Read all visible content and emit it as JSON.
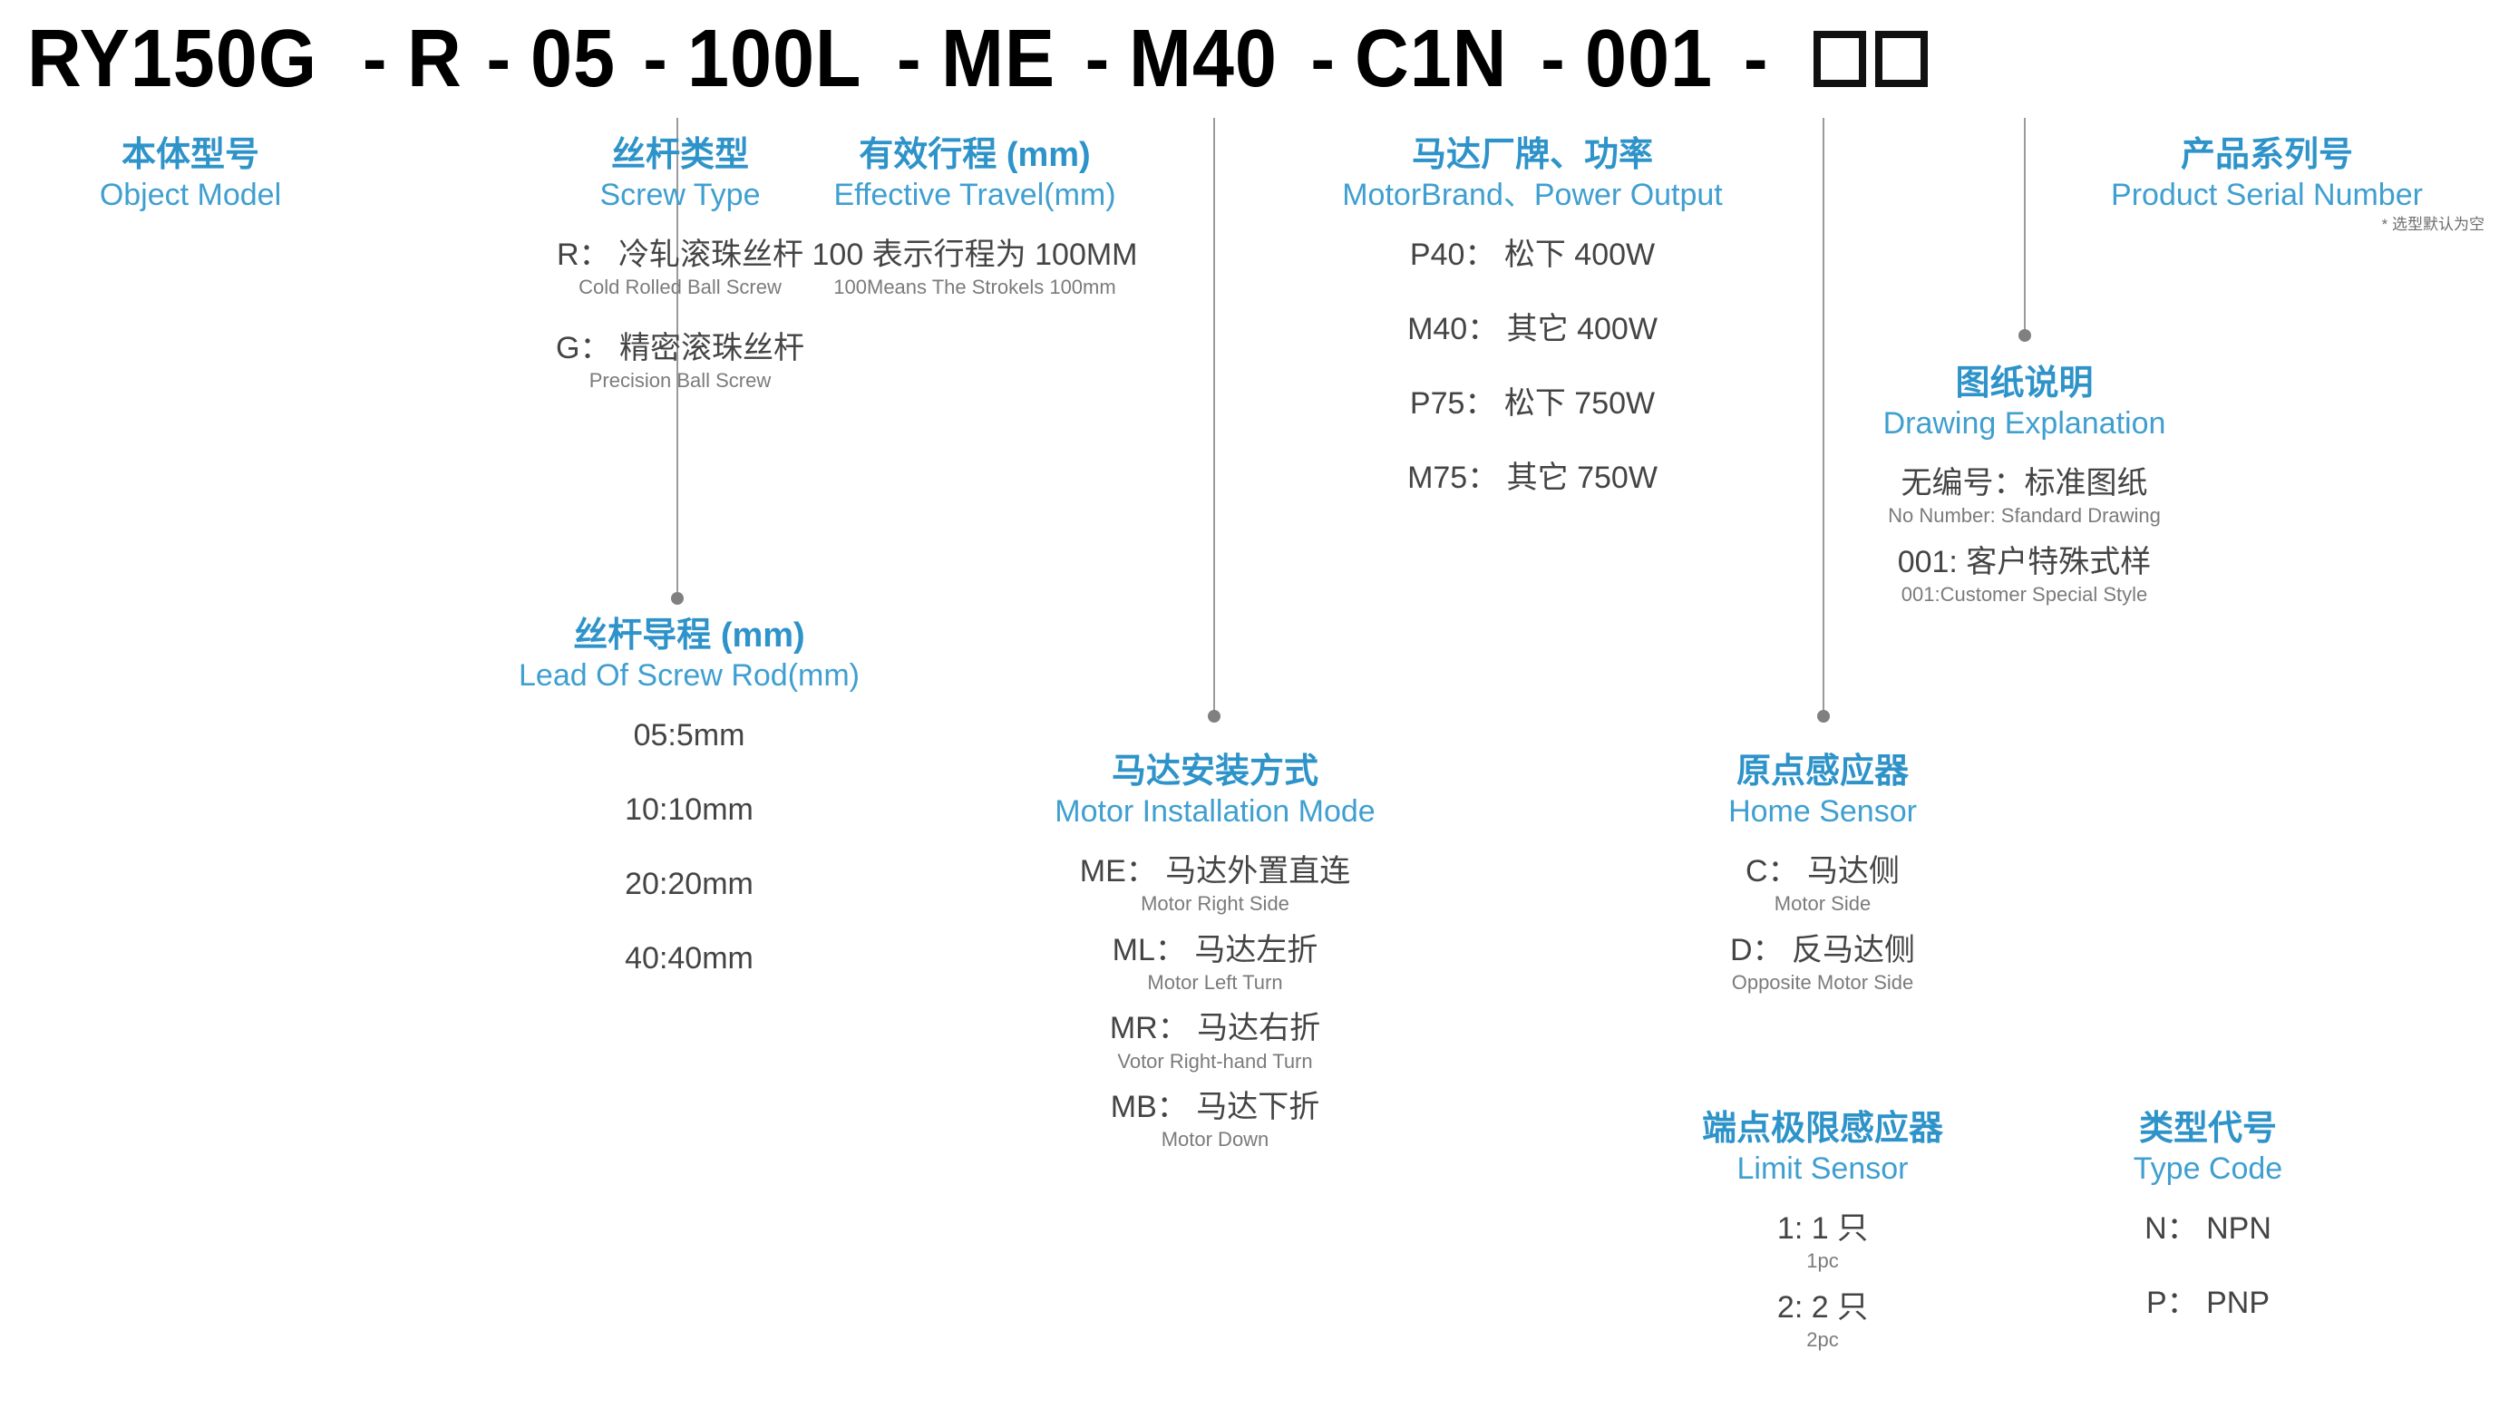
{
  "model_code": {
    "segments": [
      "RY150G",
      "R",
      "05",
      "100L",
      "ME",
      "M40",
      "C1N",
      "001"
    ],
    "separator": "-",
    "placeholder_box_count": 2
  },
  "colors": {
    "heading_blue": "#2e93c9",
    "subheading_blue": "#3f9fd0",
    "option_text": "#444444",
    "option_subtext": "#7b7b7b",
    "connector": "#9a9a9a",
    "code_black": "#000000"
  },
  "sections": {
    "object_model": {
      "title_cn": "本体型号",
      "title_en": "Object Model",
      "options": []
    },
    "screw_type": {
      "title_cn": "丝杆类型",
      "title_en": "Screw Type",
      "options": [
        {
          "main": "R： 冷轧滚珠丝杆",
          "sub": "Cold Rolled Ball Screw"
        },
        {
          "main": "G： 精密滚珠丝杆",
          "sub": "Precision Ball Screw"
        }
      ]
    },
    "effective_travel": {
      "title_cn": "有效行程 (mm)",
      "title_en": "Effective Travel(mm)",
      "options": [
        {
          "main": "100 表示行程为 100MM",
          "sub": "100Means The Strokels 100mm"
        }
      ]
    },
    "motor_brand": {
      "title_cn": "马达厂牌、功率",
      "title_en": "MotorBrand、Power Output",
      "options": [
        {
          "main": "P40： 松下 400W",
          "sub": ""
        },
        {
          "main": "M40： 其它 400W",
          "sub": ""
        },
        {
          "main": "P75： 松下 750W",
          "sub": ""
        },
        {
          "main": "M75： 其它 750W",
          "sub": ""
        }
      ]
    },
    "product_serial": {
      "title_cn": "产品系列号",
      "title_en": "Product Serial Number",
      "note": "* 选型默认为空",
      "options": []
    },
    "drawing_explanation": {
      "title_cn": "图纸说明",
      "title_en": "Drawing Explanation",
      "options": [
        {
          "main": "无编号：标准图纸",
          "sub": "No Number: Sfandard Drawing"
        },
        {
          "main": "001: 客户特殊式样",
          "sub": "001:Customer Special Style"
        }
      ]
    },
    "lead_of_screw": {
      "title_cn": "丝杆导程 (mm)",
      "title_en": "Lead Of Screw Rod(mm)",
      "options": [
        {
          "main": "05:5mm",
          "sub": ""
        },
        {
          "main": "10:10mm",
          "sub": ""
        },
        {
          "main": "20:20mm",
          "sub": ""
        },
        {
          "main": "40:40mm",
          "sub": ""
        }
      ]
    },
    "motor_installation": {
      "title_cn": "马达安装方式",
      "title_en": "Motor Installation Mode",
      "options": [
        {
          "main": "ME： 马达外置直连",
          "sub": "Motor Right Side"
        },
        {
          "main": "ML： 马达左折",
          "sub": "Motor Left Turn"
        },
        {
          "main": "MR： 马达右折",
          "sub": "Votor Right-hand Turn"
        },
        {
          "main": "MB： 马达下折",
          "sub": "Motor Down"
        }
      ]
    },
    "home_sensor": {
      "title_cn": "原点感应器",
      "title_en": "Home Sensor",
      "options": [
        {
          "main": "C： 马达侧",
          "sub": "Motor Side"
        },
        {
          "main": "D： 反马达侧",
          "sub": "Opposite Motor Side"
        }
      ]
    },
    "limit_sensor": {
      "title_cn": "端点极限感应器",
      "title_en": "Limit Sensor",
      "options": [
        {
          "main": "1: 1 只",
          "sub": "1pc"
        },
        {
          "main": "2: 2 只",
          "sub": "2pc"
        }
      ]
    },
    "type_code": {
      "title_cn": "类型代号",
      "title_en": "Type Code",
      "options": [
        {
          "main": "N： NPN",
          "sub": ""
        },
        {
          "main": "P： PNP",
          "sub": ""
        }
      ]
    }
  }
}
